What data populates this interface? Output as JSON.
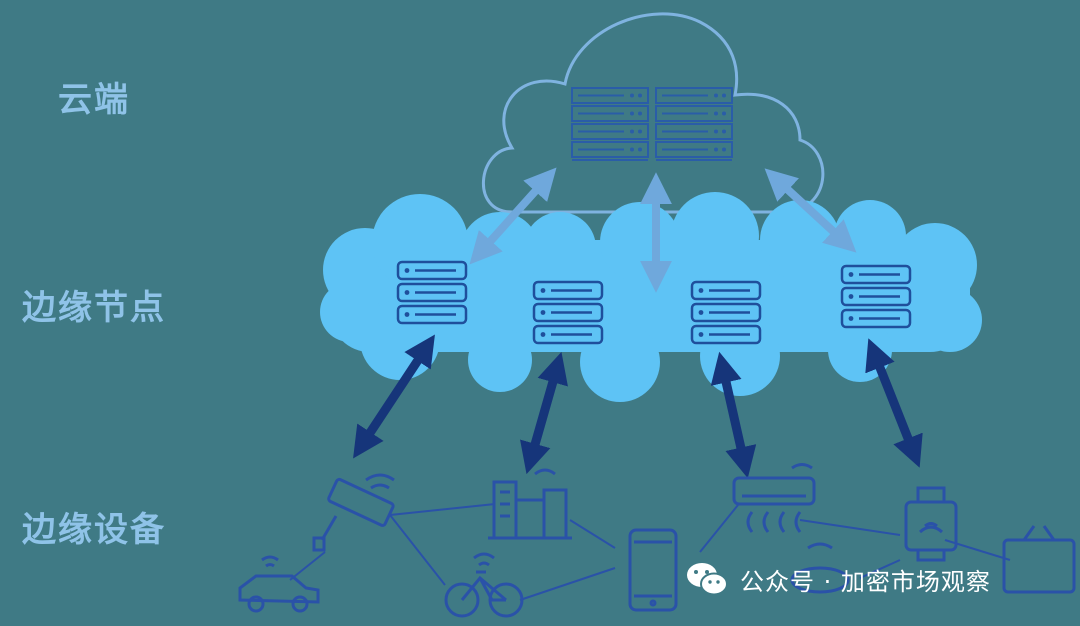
{
  "labels": {
    "cloud": "云端",
    "edge_nodes": "边缘节点",
    "edge_devices": "边缘设备"
  },
  "watermark": {
    "text": "公众号 · 加密市场观察",
    "icon": "wechat-icon"
  },
  "colors": {
    "background": "#3f7a85",
    "cloud_outline": "#7fb3e0",
    "edge_cloud_fill": "#5ec3f5",
    "server_stroke": "#1f4f9c",
    "light_arrow": "#6fa8dc",
    "dark_arrow": "#16357a",
    "device_stroke": "#2a52a8",
    "label_text": "#8fc3e8"
  },
  "icons": {
    "cloud_server": "server-rack-icon",
    "edge_server": "server-stack-icon",
    "devices": [
      "cctv-camera-icon",
      "factory-icon",
      "smartphone-icon",
      "air-conditioner-icon",
      "smart-lock-icon",
      "television-icon",
      "car-icon",
      "bicycle-icon",
      "router-icon"
    ]
  }
}
